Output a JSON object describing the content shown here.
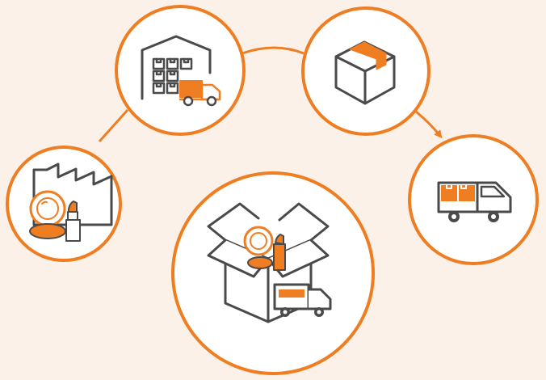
{
  "colors": {
    "background": "#fbf1e9",
    "accent": "#ef7d22",
    "line_art": "#4a4a4a",
    "circle_fill": "#ffffff"
  },
  "nodes": [
    {
      "id": "factory",
      "icon": "factory-cosmetics-icon"
    },
    {
      "id": "warehouse",
      "icon": "warehouse-truck-icon"
    },
    {
      "id": "package",
      "icon": "package-box-icon"
    },
    {
      "id": "delivery",
      "icon": "delivery-truck-icon"
    },
    {
      "id": "order",
      "icon": "open-box-cosmetics-truck-icon"
    }
  ],
  "edges": [
    {
      "from": "factory",
      "to": "warehouse",
      "arrow": false
    },
    {
      "from": "warehouse",
      "to": "package",
      "arrow": false
    },
    {
      "from": "package",
      "to": "delivery",
      "arrow": true
    }
  ]
}
